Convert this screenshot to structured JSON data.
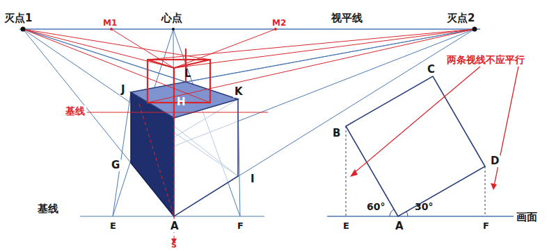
{
  "diagram": {
    "labels": [
      "灭点1",
      "M1",
      "心点",
      "M2",
      "视平线",
      "灭点2",
      "两条视线不应平行",
      "基线",
      "J",
      "L",
      "K",
      "H",
      "C",
      "B",
      "D",
      "G",
      "I",
      "基线",
      "E",
      "A",
      "F",
      "S",
      "60°",
      "30°",
      "E",
      "A",
      "F",
      "画面"
    ]
  }
}
